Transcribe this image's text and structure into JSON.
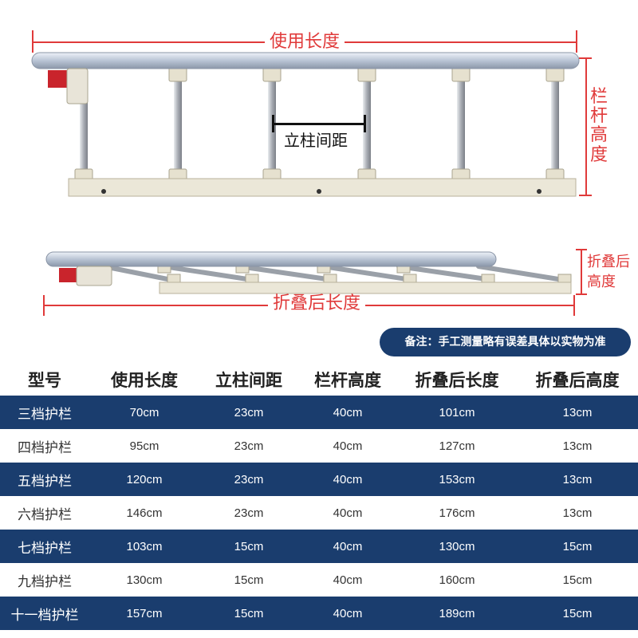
{
  "diagram": {
    "usage_length": "使用长度",
    "post_spacing": "立柱间距",
    "rail_height": "栏杆高度",
    "folded_length": "折叠后长度",
    "folded_height": "折叠后高度"
  },
  "note": "备注：手工测量略有误差具体以实物为准",
  "table": {
    "headers": [
      "型号",
      "使用长度",
      "立柱间距",
      "栏杆高度",
      "折叠后长度",
      "折叠后高度"
    ],
    "rows": [
      [
        "三档护栏",
        "70cm",
        "23cm",
        "40cm",
        "101cm",
        "13cm"
      ],
      [
        "四档护栏",
        "95cm",
        "23cm",
        "40cm",
        "127cm",
        "13cm"
      ],
      [
        "五档护栏",
        "120cm",
        "23cm",
        "40cm",
        "153cm",
        "13cm"
      ],
      [
        "六档护栏",
        "146cm",
        "23cm",
        "40cm",
        "176cm",
        "13cm"
      ],
      [
        "七档护栏",
        "103cm",
        "15cm",
        "40cm",
        "130cm",
        "15cm"
      ],
      [
        "九档护栏",
        "130cm",
        "15cm",
        "40cm",
        "160cm",
        "15cm"
      ],
      [
        "十一档护栏",
        "157cm",
        "15cm",
        "40cm",
        "189cm",
        "15cm"
      ]
    ]
  },
  "colors": {
    "navy": "#1a3d6e",
    "red": "#e03a3a"
  }
}
